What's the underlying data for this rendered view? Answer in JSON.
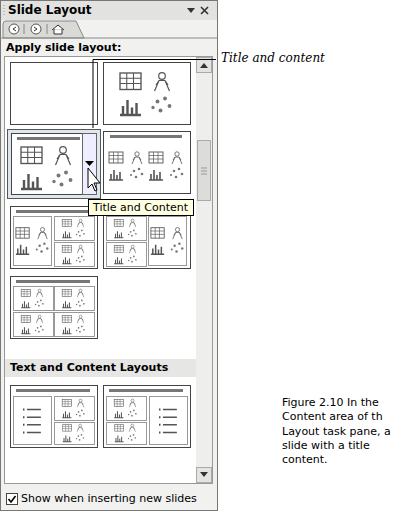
{
  "diagram": {
    "caption": "Figure 2.10 In the Content area of th Layout task pane, a slide with a title content.",
    "nodes": [
      {
        "text": [
          "Slide Layout"
        ]
      },
      {
        "text": [
          "Title and Content"
        ],
        "in": 0
      }
    ],
    "labels": [
      "Apply slide layout:",
      "Text and Content Layouts",
      "Show when inserting new slides",
      "Title and content"
    ]
  }
}
